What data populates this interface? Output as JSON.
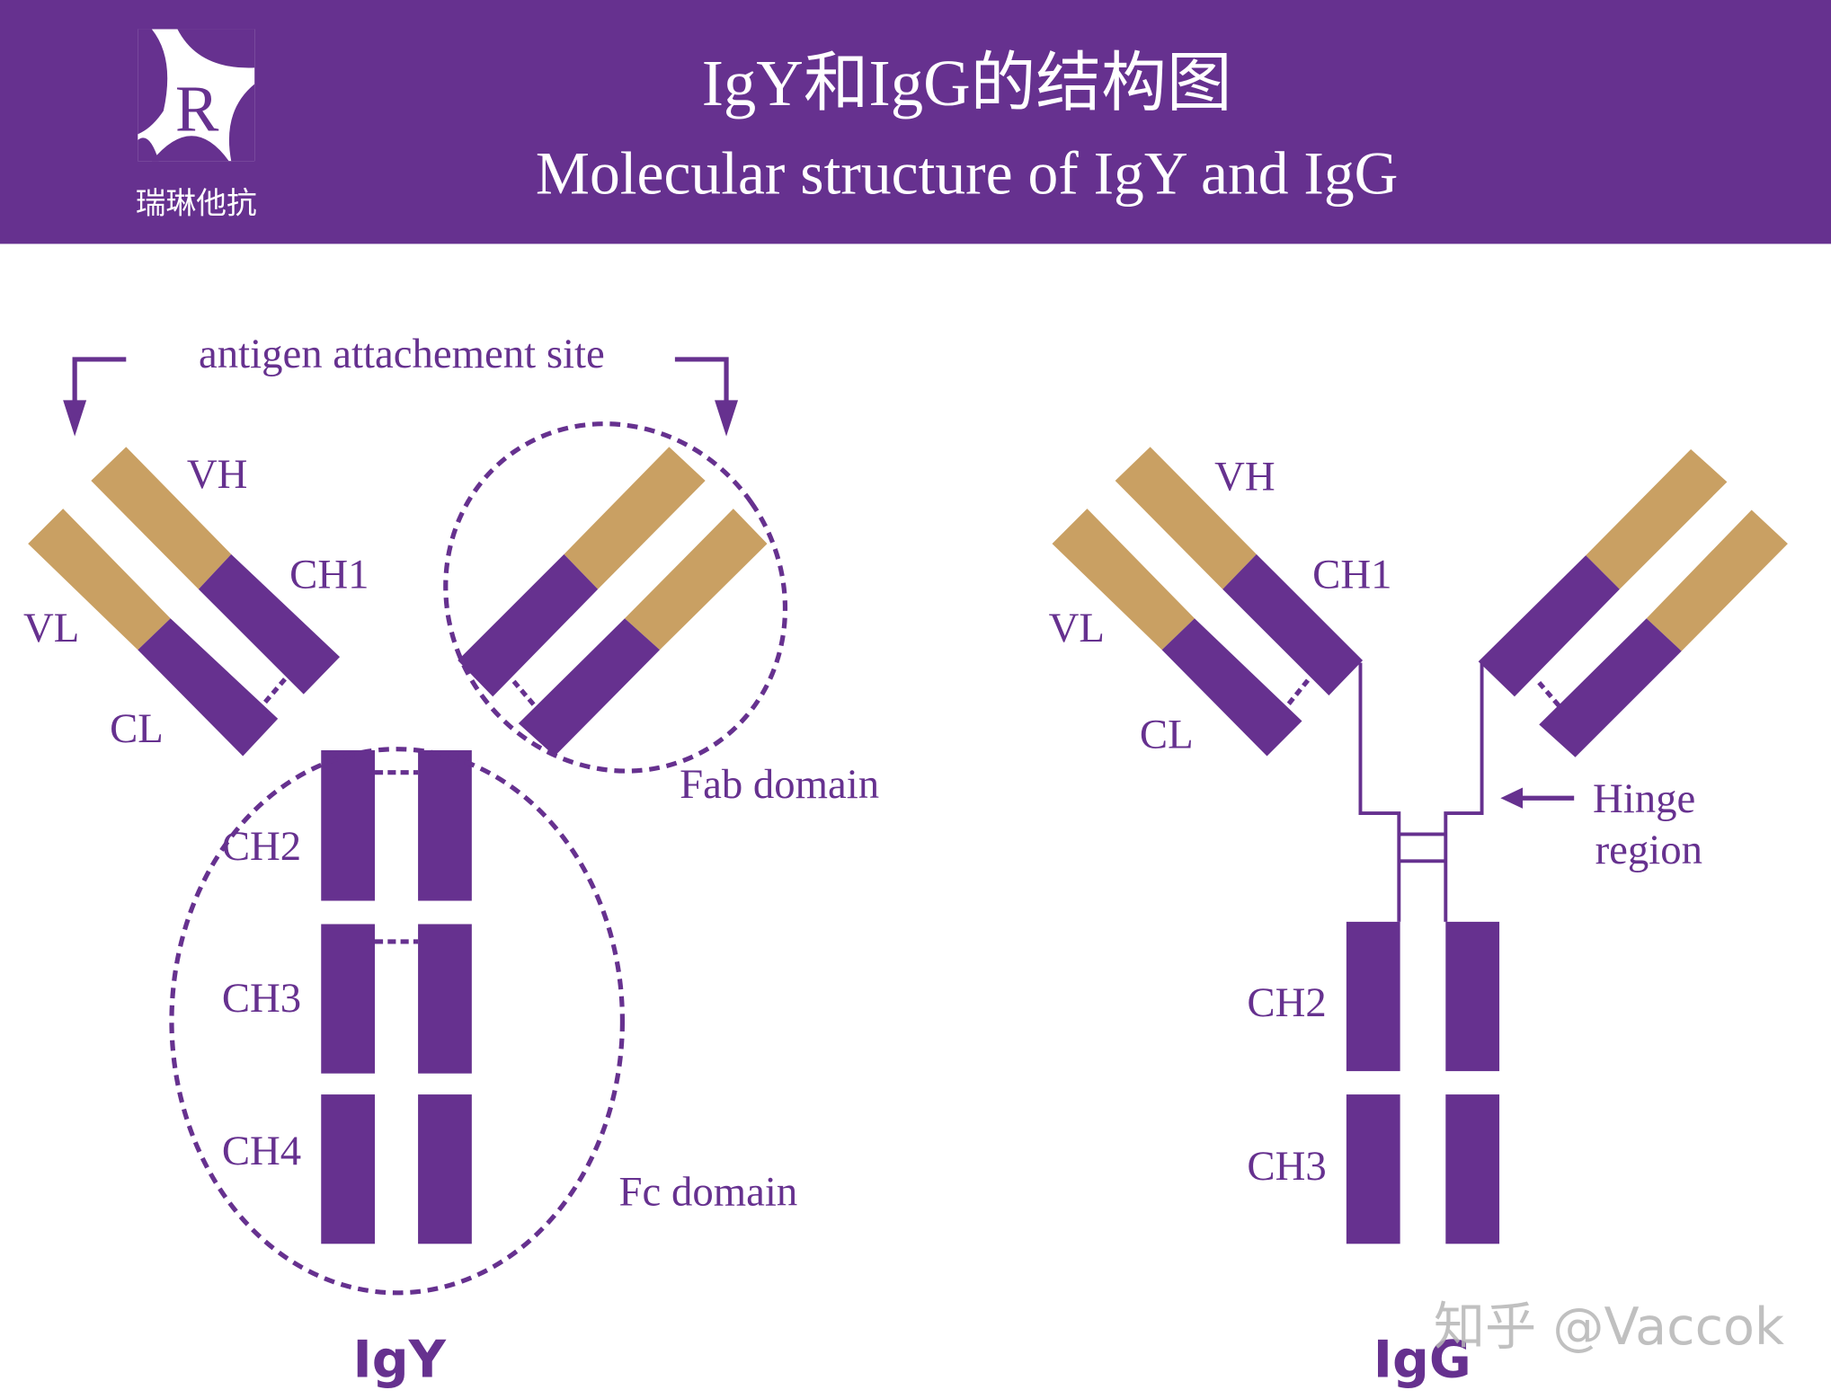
{
  "header": {
    "background": "#66318f",
    "logo": {
      "letter": "R",
      "brand_text": "瑞琳他抗"
    },
    "title_zh": "IgY和IgG的结构图",
    "title_en": "Molecular structure of IgY and IgG"
  },
  "colors": {
    "purple": "#66318f",
    "tan": "#c9a063",
    "watermark": "#b5b5b5"
  },
  "igy": {
    "name": "IgY",
    "antigen_label": "antigen attachement site",
    "labels": {
      "vh": "VH",
      "ch1": "CH1",
      "vl": "VL",
      "cl": "CL",
      "ch2": "CH2",
      "ch3": "CH3",
      "ch4": "CH4"
    },
    "fab_label": "Fab domain",
    "fc_label": "Fc domain"
  },
  "igg": {
    "name": "IgG",
    "labels": {
      "vh": "VH",
      "ch1": "CH1",
      "vl": "VL",
      "cl": "CL",
      "ch2": "CH2",
      "ch3": "CH3"
    },
    "hinge_label_line1": "Hinge",
    "hinge_label_line2": "region"
  },
  "watermark": "知乎 @Vaccok"
}
